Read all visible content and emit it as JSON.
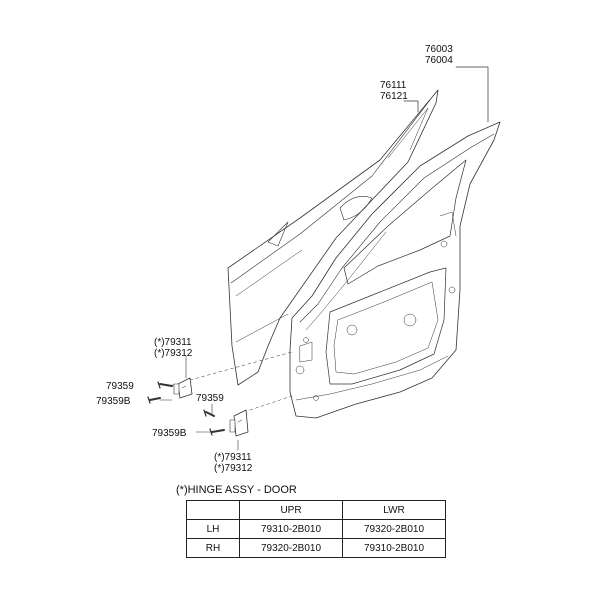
{
  "labels": {
    "door_assy": [
      "76003",
      "76004"
    ],
    "panel": [
      "76111",
      "76121"
    ],
    "upper_hinge": [
      "(*)79311",
      "(*)79312"
    ],
    "upper_bolt": "79359",
    "upper_bolt_b": "79359B",
    "lower_bolt": "79359",
    "lower_bolt_b": "79359B",
    "lower_hinge": [
      "(*)79311",
      "(*)79312"
    ]
  },
  "table": {
    "title": "(*)HINGE ASSY - DOOR",
    "columns": [
      "",
      "UPR",
      "LWR"
    ],
    "rows": [
      {
        "side": "LH",
        "upr": "79310-2B010",
        "lwr": "79320-2B010"
      },
      {
        "side": "RH",
        "upr": "79320-2B010",
        "lwr": "79310-2B010"
      }
    ]
  }
}
